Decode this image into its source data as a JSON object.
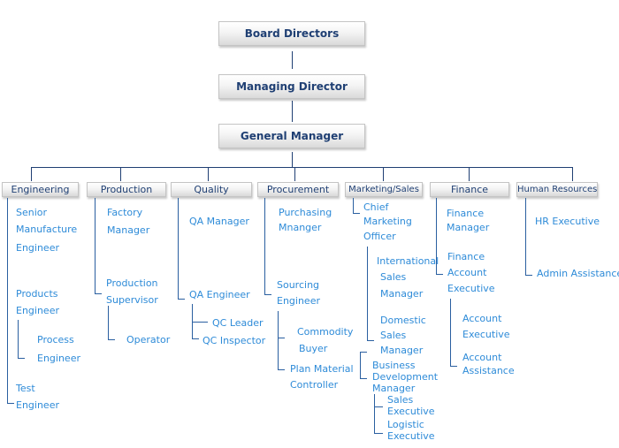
{
  "top": {
    "board": "Board Directors",
    "managing": "Managing Director",
    "general": "General Manager"
  },
  "departments": {
    "engineering": "Engineering",
    "production": "Production",
    "quality": "Quality",
    "procurement": "Procurement",
    "marketing": "Marketing/Sales",
    "finance": "Finance",
    "hr": "Human Resources"
  },
  "engineering": {
    "senior_1": "Senior",
    "senior_2": "Manufacture",
    "senior_3": "Engineer",
    "products_1": "Products",
    "products_2": "Engineer",
    "process_1": "Process",
    "process_2": "Engineer",
    "test_1": "Test",
    "test_2": "Engineer"
  },
  "production": {
    "factory_1": "Factory",
    "factory_2": "Manager",
    "supervisor_1": "Production",
    "supervisor_2": "Supervisor",
    "operator": "Operator"
  },
  "quality": {
    "qa_manager": "QA Manager",
    "qa_engineer": "QA Engineer",
    "qc_leader": "QC Leader",
    "qc_inspector": "QC Inspector"
  },
  "procurement": {
    "purchasing_1": "Purchasing",
    "purchasing_2": "Mnanger",
    "sourcing_1": "Sourcing",
    "sourcing_2": "Engineer",
    "commodity_1": "Commodity",
    "commodity_2": "Buyer",
    "planner_1": "Plan Material",
    "planner_2": "Controller"
  },
  "marketing": {
    "cmo_1": "Chief",
    "cmo_2": "Marketing",
    "cmo_3": "Officer",
    "intl_1": "International",
    "intl_2": "Sales",
    "intl_3": "Manager",
    "dom_1": "Domestic",
    "dom_2": "Sales",
    "dom_3": "Manager",
    "bd_1": "Business",
    "bd_2": "Development",
    "bd_3": "Manager",
    "sales_exec_1": "Sales",
    "sales_exec_2": "Executive",
    "log_exec_1": "Logistic",
    "log_exec_2": "Executive"
  },
  "finance": {
    "fm_1": "Finance",
    "fm_2": "Manager",
    "fae_1": "Finance",
    "fae_2": "Account",
    "fae_3": "Executive",
    "ae_1": "Account",
    "ae_2": "Executive",
    "aa_1": "Account",
    "aa_2": "Assistance"
  },
  "hr": {
    "hr_exec": "HR Executive",
    "admin": "Admin Assistance"
  },
  "colors": {
    "box_text": "#1f3f73",
    "label_text": "#2e8bd8",
    "connector": "#2a5fa0"
  }
}
